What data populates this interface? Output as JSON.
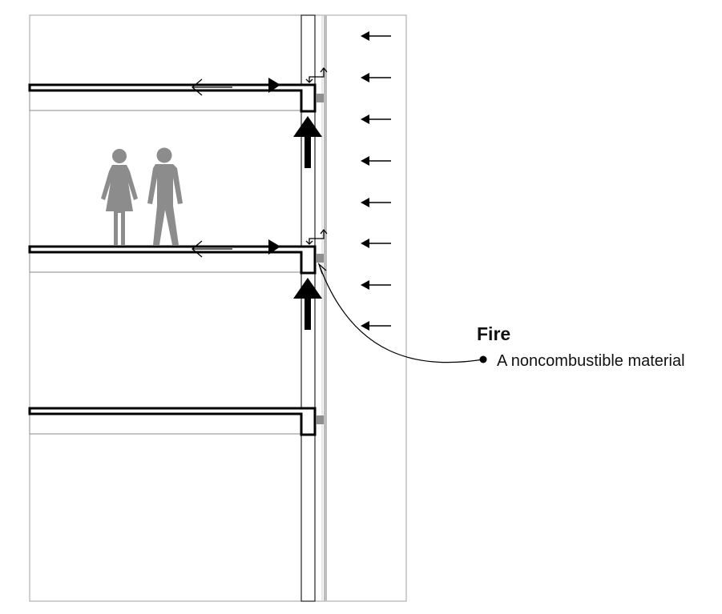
{
  "annotation": {
    "heading": "Fire",
    "bullet_items": [
      "A noncombustible material"
    ]
  },
  "figures": [
    {
      "name": "woman-figure",
      "icon": "person-female-icon"
    },
    {
      "name": "man-figure",
      "icon": "person-male-icon"
    }
  ],
  "colors": {
    "line": "#000000",
    "outline": "#9a9a9a",
    "figure": "#8c8c8c",
    "noncombustible_block": "#8f8f8f",
    "cladding": "#bdbdbd"
  }
}
